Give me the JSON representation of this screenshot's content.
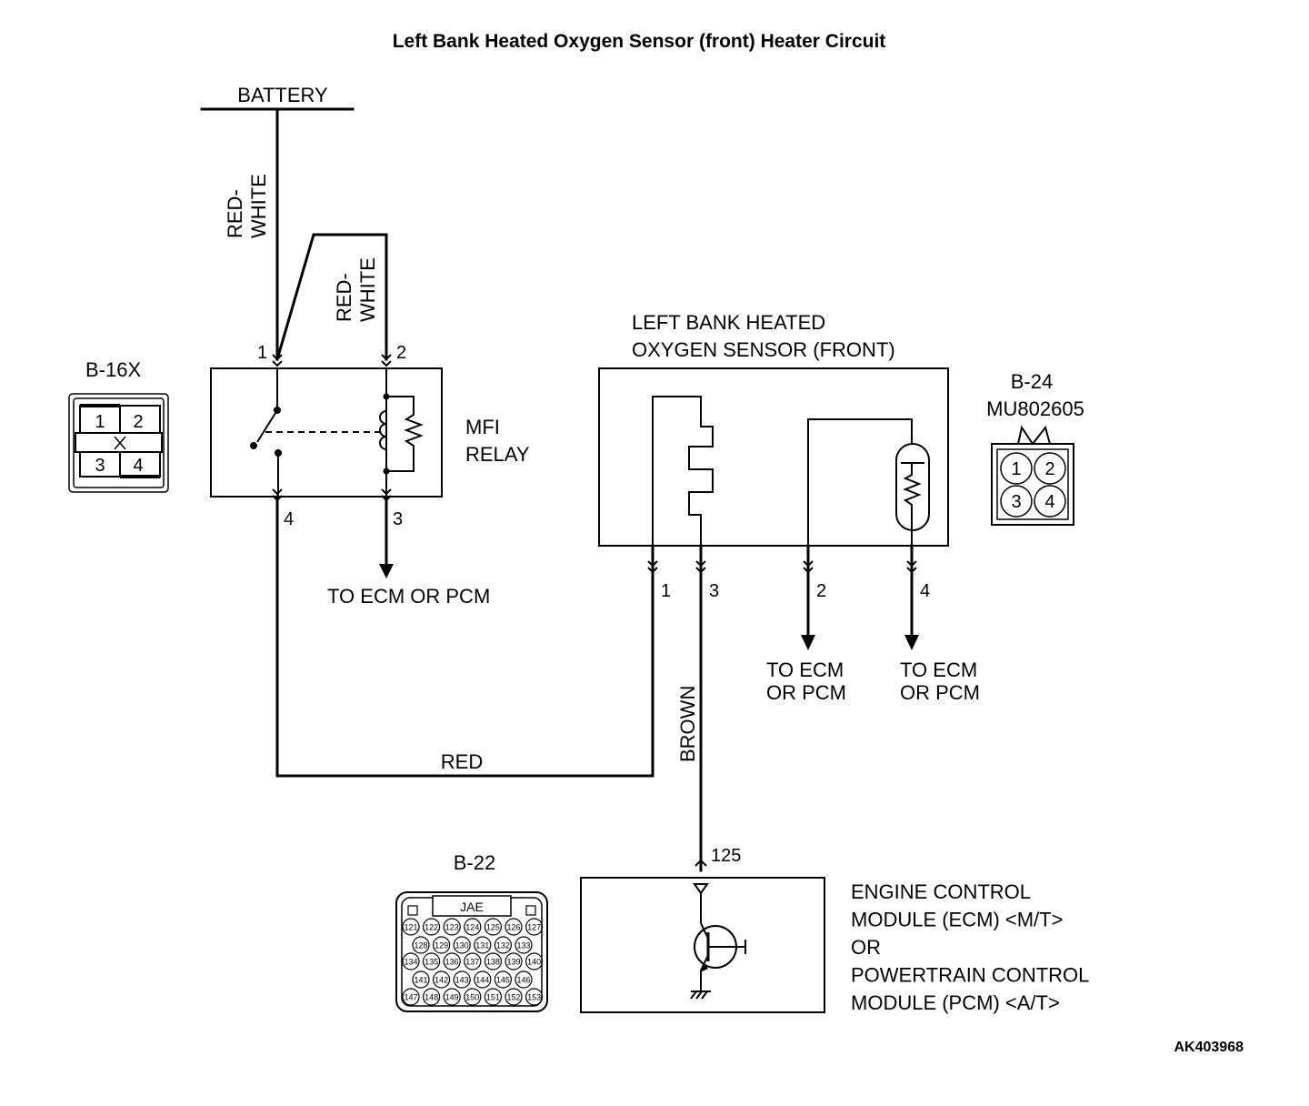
{
  "title": "Left Bank Heated Oxygen Sensor (front) Heater Circuit",
  "figure_id": "AK403968",
  "battery": {
    "label": "BATTERY"
  },
  "wires": {
    "battery_to_relay": "RED-\nWHITE",
    "relay_pin2": "RED-\nWHITE",
    "relay_to_sensor": "RED",
    "sensor_to_ecm": "BROWN"
  },
  "mfi_relay": {
    "label": "MFI\nRELAY",
    "pins": [
      "1",
      "2",
      "4",
      "3"
    ],
    "pin3_destination": "TO ECM OR PCM"
  },
  "sensor": {
    "label": "LEFT BANK HEATED\nOXYGEN SENSOR (FRONT)",
    "pins": [
      "1",
      "3",
      "2",
      "4"
    ],
    "pin2_destination": "TO ECM\nOR PCM",
    "pin4_destination": "TO ECM\nOR PCM"
  },
  "ecm": {
    "label": "ENGINE CONTROL\nMODULE (ECM) <M/T>\nOR\nPOWERTRAIN CONTROL\nMODULE (PCM) <A/T>",
    "pin": "125"
  },
  "connectors": {
    "b16x": {
      "id": "B-16X",
      "pins": [
        "1",
        "2",
        "3",
        "4"
      ]
    },
    "b24": {
      "id": "B-24",
      "part": "MU802605",
      "pins": [
        "1",
        "2",
        "3",
        "4"
      ]
    },
    "b22": {
      "id": "B-22",
      "maker": "JAE",
      "rows": [
        [
          "121",
          "122",
          "123",
          "124",
          "125",
          "126",
          "127"
        ],
        [
          "128",
          "129",
          "130",
          "131",
          "132",
          "133"
        ],
        [
          "134",
          "135",
          "136",
          "137",
          "138",
          "139",
          "140"
        ],
        [
          "141",
          "142",
          "143",
          "144",
          "145",
          "146"
        ],
        [
          "147",
          "148",
          "149",
          "150",
          "151",
          "152",
          "153"
        ]
      ]
    }
  }
}
